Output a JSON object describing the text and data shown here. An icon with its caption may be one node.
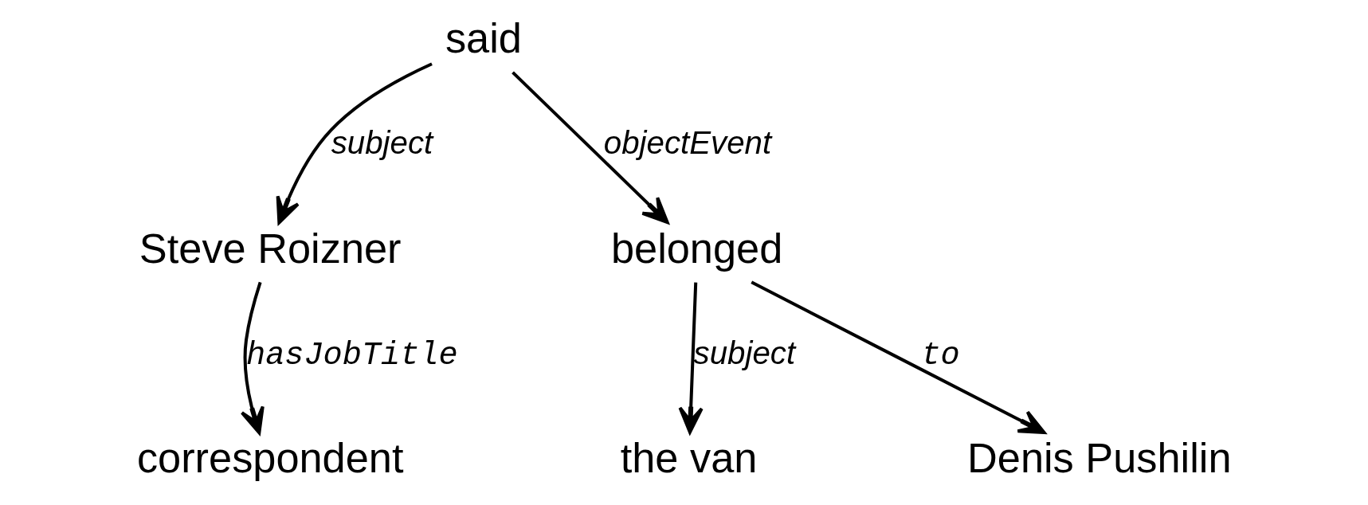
{
  "diagram": {
    "nodes": [
      {
        "text": [
          "said"
        ]
      },
      {
        "text": [
          "Steve Roizner"
        ]
      },
      {
        "text": [
          "belonged"
        ]
      },
      {
        "text": [
          "correspondent"
        ]
      },
      {
        "text": [
          "the van"
        ]
      },
      {
        "text": [
          "Denis Pushilin"
        ]
      }
    ],
    "edges": [
      {
        "from": 0,
        "to": 1,
        "arrow": "to",
        "label": "subject"
      },
      {
        "from": 0,
        "to": 2,
        "arrow": "to",
        "label": "objectEvent"
      },
      {
        "from": 1,
        "to": 3,
        "arrow": "to",
        "label": "hasJobTitle"
      },
      {
        "from": 2,
        "to": 4,
        "arrow": "to",
        "label": "subject"
      },
      {
        "from": 2,
        "to": 5,
        "arrow": "to",
        "label": "to"
      }
    ]
  }
}
